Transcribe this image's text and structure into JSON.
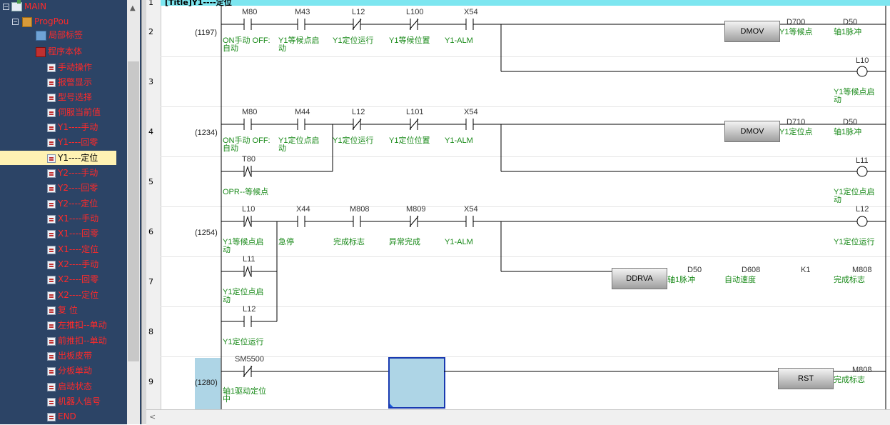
{
  "tree": {
    "nodes": [
      {
        "label": "MAIN",
        "toggle": "−",
        "icon": "main-icon"
      },
      {
        "label": "ProgPou",
        "toggle": "−",
        "icon": "pou-icon"
      },
      {
        "label": "局部标签",
        "icon": "local-label-icon"
      },
      {
        "label": "程序本体",
        "icon": "program-body-icon"
      },
      {
        "label": "手动操作",
        "icon": "program-icon"
      },
      {
        "label": "报警显示",
        "icon": "program-icon"
      },
      {
        "label": "型号选择",
        "icon": "program-icon"
      },
      {
        "label": "伺服当前值",
        "icon": "program-icon"
      },
      {
        "label": "Y1----手动",
        "icon": "program-icon"
      },
      {
        "label": "Y1----回零",
        "icon": "program-icon"
      },
      {
        "label": "Y1----定位",
        "icon": "program-icon",
        "selected": true
      },
      {
        "label": "Y2----手动",
        "icon": "program-icon"
      },
      {
        "label": "Y2----回零",
        "icon": "program-icon"
      },
      {
        "label": "Y2----定位",
        "icon": "program-icon"
      },
      {
        "label": "X1----手动",
        "icon": "program-icon"
      },
      {
        "label": "X1----回零",
        "icon": "program-icon"
      },
      {
        "label": "X1----定位",
        "icon": "program-icon"
      },
      {
        "label": "X2----手动",
        "icon": "program-icon"
      },
      {
        "label": "X2----回零",
        "icon": "program-icon"
      },
      {
        "label": "X2----定位",
        "icon": "program-icon"
      },
      {
        "label": "复 位",
        "icon": "program-icon"
      },
      {
        "label": "左推扣--单动",
        "icon": "program-icon"
      },
      {
        "label": "前推扣--单动",
        "icon": "program-icon"
      },
      {
        "label": "出板皮带",
        "icon": "program-icon"
      },
      {
        "label": "分板单动",
        "icon": "program-icon"
      },
      {
        "label": "启动状态",
        "icon": "program-icon"
      },
      {
        "label": "机器人信号",
        "icon": "program-icon"
      },
      {
        "label": "END",
        "icon": "program-icon"
      }
    ]
  },
  "editor": {
    "title": "[Title]Y1----定位",
    "row_numbers": [
      "1",
      "2",
      "3",
      "4",
      "5",
      "6",
      "7",
      "8",
      "9"
    ],
    "steps": [
      "(1197)",
      "(1234)",
      "(1254)",
      "(1280)"
    ],
    "contacts": [
      {
        "device": "M80",
        "comment": "ON手动 OFF:\n自动",
        "kind": "NO"
      },
      {
        "device": "M43",
        "comment": "Y1等候点启\n动",
        "kind": "NO"
      },
      {
        "device": "L12",
        "comment": "Y1定位运行",
        "kind": "NC"
      },
      {
        "device": "L100",
        "comment": "Y1等候位置",
        "kind": "NC"
      },
      {
        "device": "X54",
        "comment": "Y1-ALM",
        "kind": "NO"
      },
      {
        "device": "M80",
        "comment": "ON手动 OFF:\n自动",
        "kind": "NO"
      },
      {
        "device": "M44",
        "comment": "Y1定位点启\n动",
        "kind": "NO"
      },
      {
        "device": "L12",
        "comment": "Y1定位运行",
        "kind": "NC"
      },
      {
        "device": "L101",
        "comment": "Y1定位位置",
        "kind": "NC"
      },
      {
        "device": "X54",
        "comment": "Y1-ALM",
        "kind": "NO"
      },
      {
        "device": "T80",
        "comment": "OPR--等候点",
        "kind": "P"
      },
      {
        "device": "L10",
        "comment": "Y1等候点启\n动",
        "kind": "P"
      },
      {
        "device": "X44",
        "comment": "急停",
        "kind": "NO"
      },
      {
        "device": "M808",
        "comment": "完成标志",
        "kind": "NO"
      },
      {
        "device": "M809",
        "comment": "异常完成",
        "kind": "NC"
      },
      {
        "device": "X54",
        "comment": "Y1-ALM",
        "kind": "NO"
      },
      {
        "device": "L11",
        "comment": "Y1定位点启\n动",
        "kind": "P"
      },
      {
        "device": "L12",
        "comment": "Y1定位运行",
        "kind": "NO"
      },
      {
        "device": "SM5500",
        "comment": "轴1驱动定位\n中",
        "kind": "NC"
      }
    ],
    "coils": [
      {
        "device": "L10",
        "comment": "Y1等候点启\n动"
      },
      {
        "device": "L11",
        "comment": "Y1定位点启\n动"
      },
      {
        "device": "L12",
        "comment": "Y1定位运行"
      }
    ],
    "instructions": [
      {
        "name": "DMOV",
        "operands": [
          {
            "device": "D700",
            "comment": "Y1等候点"
          },
          {
            "device": "D50",
            "comment": "轴1脉冲"
          }
        ]
      },
      {
        "name": "DMOV",
        "operands": [
          {
            "device": "D710",
            "comment": "Y1定位点"
          },
          {
            "device": "D50",
            "comment": "轴1脉冲"
          }
        ]
      },
      {
        "name": "DDRVA",
        "operands": [
          {
            "device": "D50",
            "comment": "轴1脉冲"
          },
          {
            "device": "D608",
            "comment": "自动速度"
          },
          {
            "device": "K1",
            "comment": ""
          },
          {
            "device": "M808",
            "comment": "完成标志"
          }
        ]
      },
      {
        "name": "RST",
        "operands": [
          {
            "device": "M808",
            "comment": "完成标志"
          }
        ]
      }
    ]
  }
}
